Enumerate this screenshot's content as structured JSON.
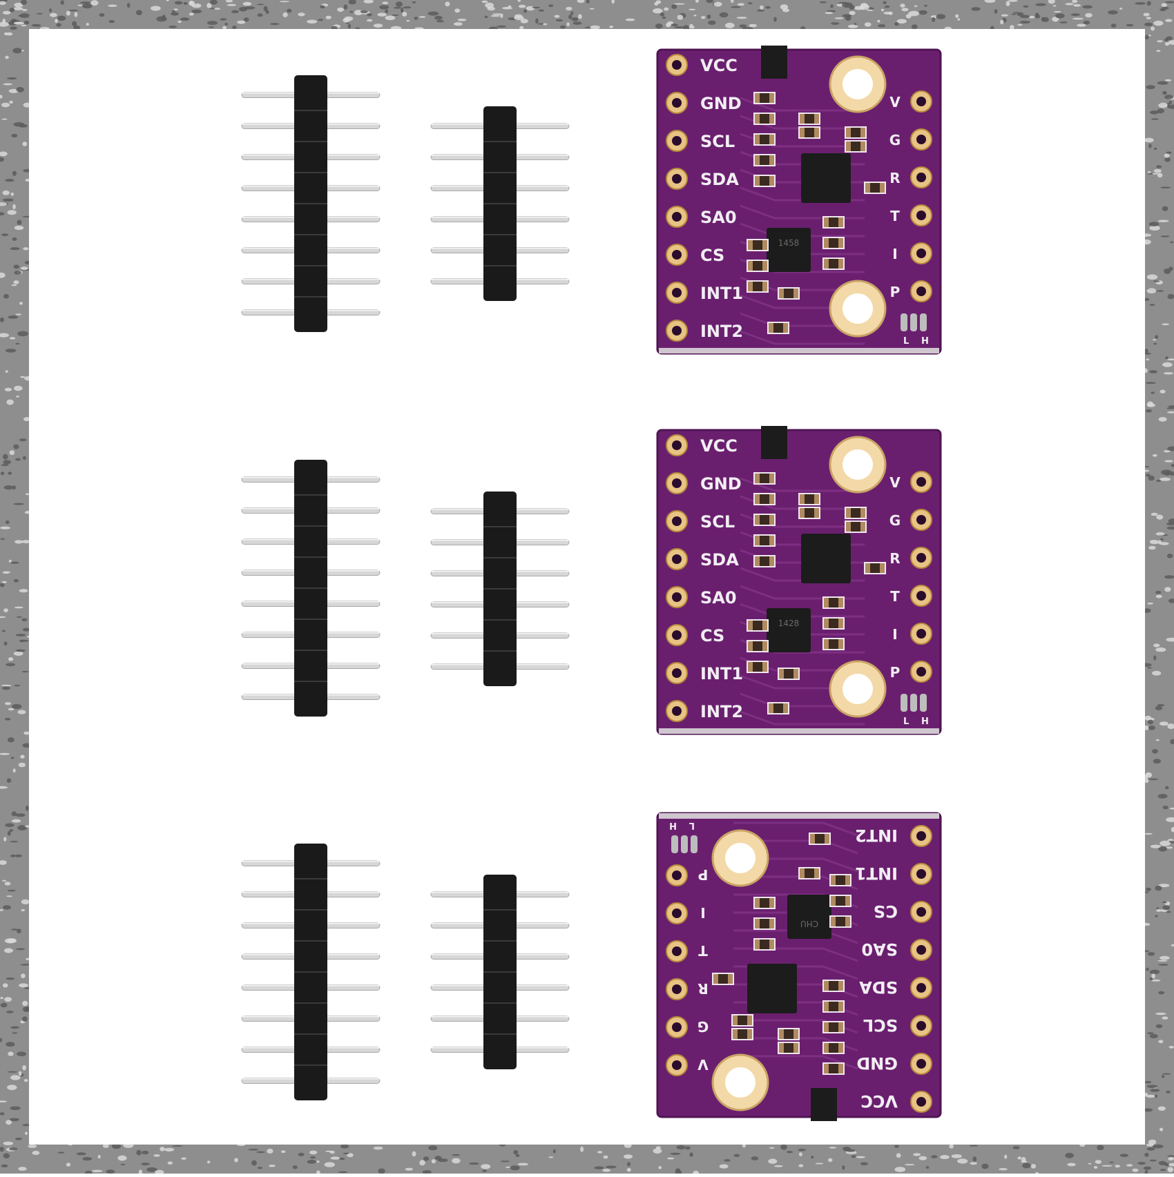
{
  "product_photo": {
    "colors": {
      "frame": "#8e8e8e",
      "frame_light": "#d9d9d9",
      "background": "#ffffff",
      "pcb": "#6a1f6e",
      "pcb_dark": "#4f1453",
      "silkscreen": "#f2eef4",
      "pad_gold": "#e8c383",
      "hole_ring": "#f3d9a8",
      "chip": "#1c1c1c",
      "header_plastic": "#1a1a1a",
      "pin_metal": "#d7d7d7"
    },
    "boards": [
      {
        "orientation": "upright",
        "left_labels": [
          "VCC",
          "GND",
          "SCL",
          "SDA",
          "SA0",
          "CS",
          "INT1",
          "INT2"
        ],
        "right_labels": [
          "V",
          "G",
          "R",
          "T",
          "I",
          "P"
        ],
        "jumper_labels": [
          "L",
          "H"
        ],
        "chip_marking": "1458"
      },
      {
        "orientation": "upright",
        "left_labels": [
          "VCC",
          "GND",
          "SCL",
          "SDA",
          "SA0",
          "CS",
          "INT1",
          "INT2"
        ],
        "right_labels": [
          "V",
          "G",
          "R",
          "T",
          "I",
          "P"
        ],
        "jumper_labels": [
          "L",
          "H"
        ],
        "chip_marking": "1428"
      },
      {
        "orientation": "rotated-180",
        "left_labels": [
          "VCC",
          "GND",
          "SCL",
          "SDA",
          "SA0",
          "CS",
          "INT1",
          "INT2"
        ],
        "right_labels": [
          "V",
          "G",
          "R",
          "T",
          "I",
          "P"
        ],
        "jumper_labels": [
          "L",
          "H"
        ],
        "chip_marking": "CHU"
      }
    ],
    "headers": [
      {
        "row": 1,
        "pins": 8
      },
      {
        "row": 1,
        "pins": 6
      },
      {
        "row": 2,
        "pins": 8
      },
      {
        "row": 2,
        "pins": 6
      },
      {
        "row": 3,
        "pins": 8
      },
      {
        "row": 3,
        "pins": 6
      }
    ]
  }
}
